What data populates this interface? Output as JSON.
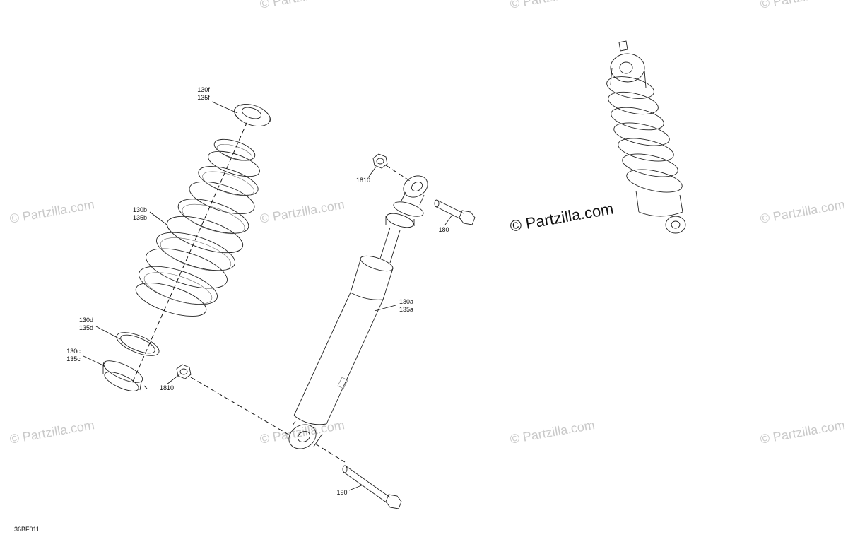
{
  "watermark": {
    "text": "© Partzilla.com",
    "main_text": "© Partzilla.com"
  },
  "diagram_code": "36BF011",
  "callouts": {
    "spring_seat_top": [
      "130f",
      "135f"
    ],
    "spring": [
      "130b",
      "135b"
    ],
    "spring_seat_lower": [
      "130d",
      "135d"
    ],
    "adjuster": [
      "130c",
      "135c"
    ],
    "nut_top": "1810",
    "nut_lower": "1810",
    "bolt_top": "180",
    "shock_body": [
      "130a",
      "135a"
    ],
    "bolt_lower": "190"
  }
}
